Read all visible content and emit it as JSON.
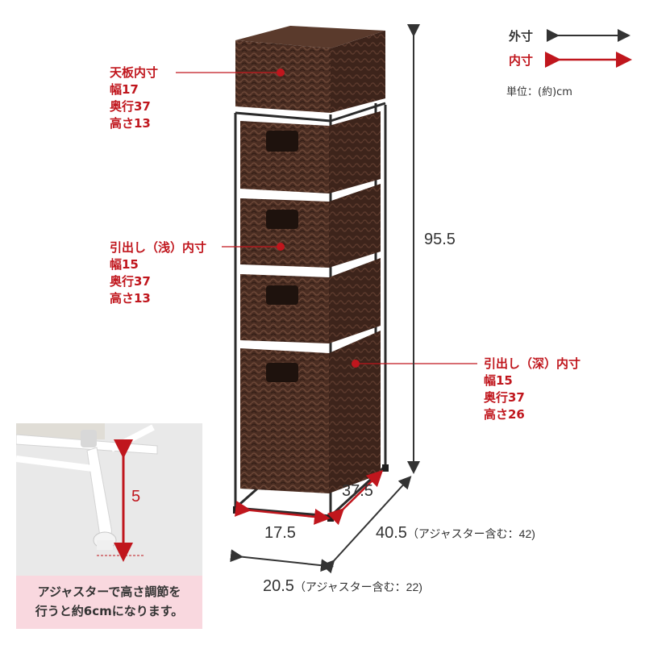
{
  "legend": {
    "outer_label": "外寸",
    "inner_label": "内寸",
    "unit_label": "単位：(約)cm",
    "outer_color": "#333333",
    "inner_color": "#c0161d"
  },
  "top_panel": {
    "title": "天板内寸",
    "width": "幅17",
    "depth": "奥行37",
    "height": "高さ13"
  },
  "shallow_drawer": {
    "title": "引出し（浅）内寸",
    "width": "幅15",
    "depth": "奥行37",
    "height": "高さ13"
  },
  "deep_drawer": {
    "title": "引出し（深）内寸",
    "width": "幅15",
    "depth": "奥行37",
    "height": "高さ26"
  },
  "dimensions": {
    "total_height": "95.5",
    "inner_width": "17.5",
    "inner_depth": "37.5",
    "outer_depth": "40.5",
    "outer_depth_note": "（アジャスター含む：42)",
    "outer_width": "20.5",
    "outer_width_note": "（アジャスター含む：22)"
  },
  "inset": {
    "adjuster_height": "5",
    "caption_line1": "アジャスターで高さ調節を",
    "caption_line2": "行うと約6cmになります。"
  },
  "colors": {
    "rattan": "#4a2d22",
    "frame": "#2b2b2b",
    "accent_red": "#c0161d"
  }
}
